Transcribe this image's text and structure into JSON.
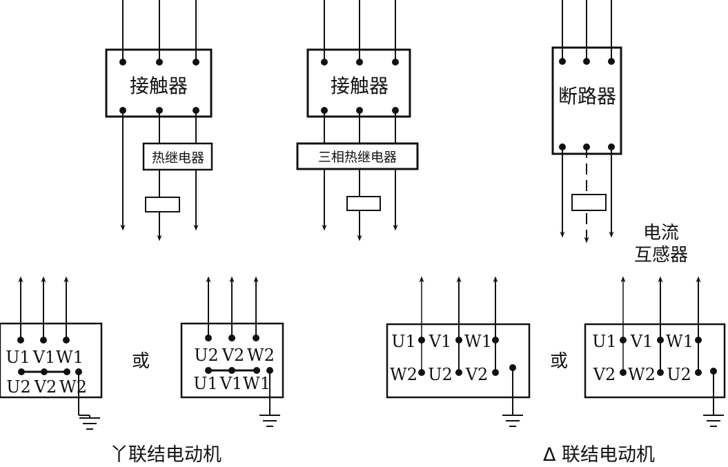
{
  "upper": {
    "contactor_1": "接触器",
    "thermal_relay_1": "热继电器",
    "contactor_2": "接触器",
    "thermal_relay_3phase": "三相热继电器",
    "breaker": "断路器",
    "ct_line1": "电流",
    "ct_line2": "互感器"
  },
  "star": {
    "caption": "丫联结电动机",
    "or_label": "或",
    "motor_a": {
      "top": [
        "U1",
        "V1",
        "W1"
      ],
      "bottom": [
        "U2",
        "V2",
        "W2"
      ]
    },
    "motor_b": {
      "top": [
        "U2",
        "V2",
        "W2"
      ],
      "bottom": [
        "U1",
        "V1",
        "W1"
      ]
    }
  },
  "delta": {
    "caption": "Δ 联结电动机",
    "or_label": "或",
    "motor_a": {
      "top": [
        "U1",
        "V1",
        "W1"
      ],
      "bottom": [
        "W2",
        "U2",
        "V2"
      ]
    },
    "motor_b": {
      "top": [
        "U1",
        "V1",
        "W1"
      ],
      "bottom": [
        "V2",
        "W2",
        "U2"
      ]
    }
  }
}
